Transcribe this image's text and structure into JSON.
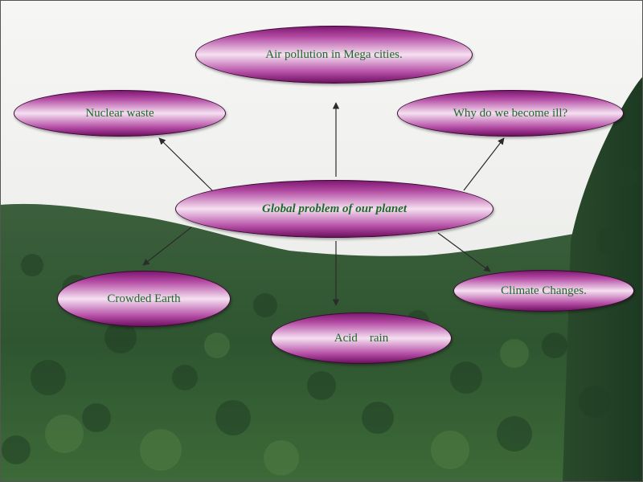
{
  "center": "Global problem of our planet",
  "nodes": {
    "air_pollution": "Air pollution in Mega cities.",
    "nuclear_waste": "Nuclear waste",
    "why_ill": "Why do we become ill?",
    "crowded_earth": "Crowded Earth",
    "climate_changes": "Climate Changes.",
    "acid_rain": "Acid    rain"
  },
  "colors": {
    "node_dark": "#7d1870",
    "node_light": "#f5e0f1",
    "text_green": "#1c6b2a",
    "sky": "#f4f4f2",
    "forest": "#2f5a32"
  }
}
